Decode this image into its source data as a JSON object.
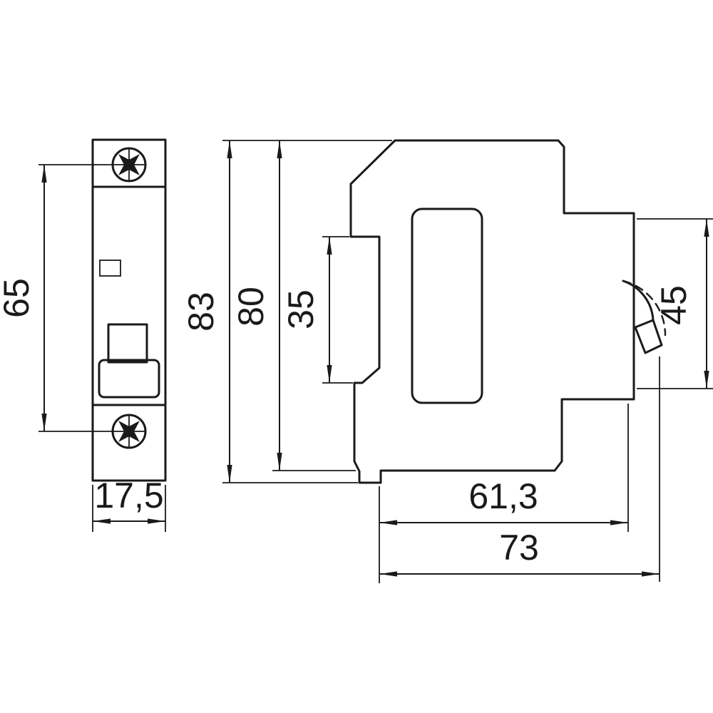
{
  "ink": "#1a1a1a",
  "front_view": {
    "screw_spacing": "65",
    "width": "17,5"
  },
  "side_view": {
    "overall_height": "83",
    "body_height": "80",
    "din_channel": "35",
    "face_height": "45",
    "body_depth": "61,3",
    "overall_depth": "73"
  }
}
